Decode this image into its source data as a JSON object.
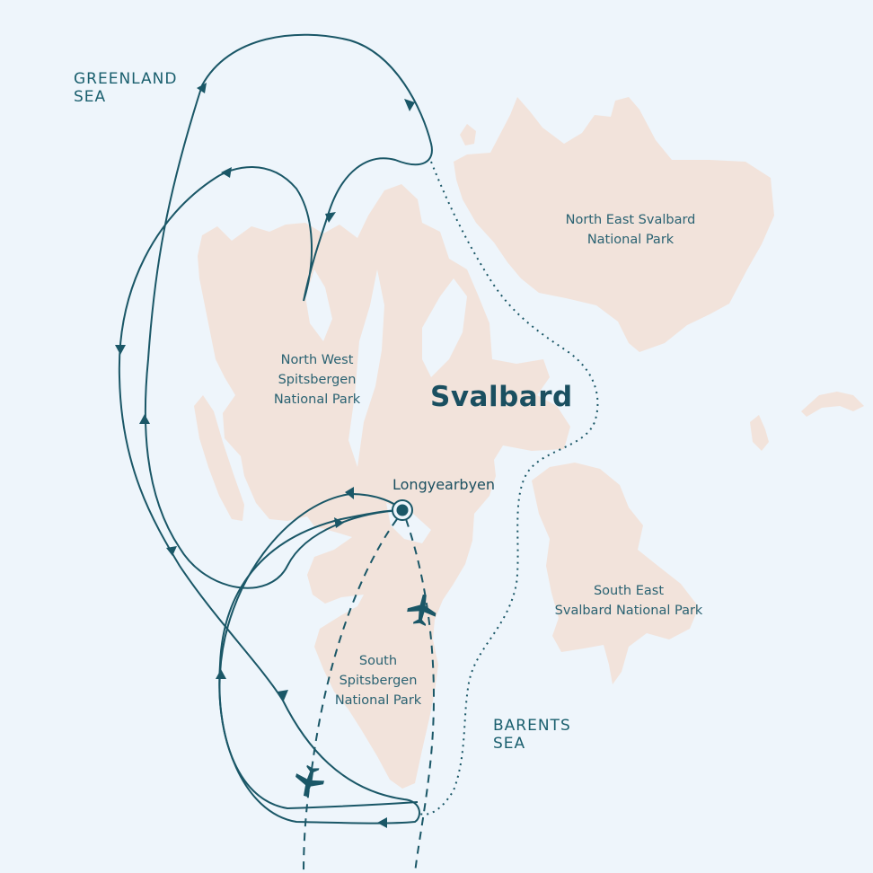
{
  "seas": {
    "greenland": [
      "GREENLAND",
      "SEA"
    ],
    "barents": [
      "BARENTS",
      "SEA"
    ]
  },
  "title": "Svalbard",
  "town": "Longyearbyen",
  "parks": {
    "north_east": [
      "North East Svalbard",
      "National Park"
    ],
    "north_west": [
      "North West",
      "Spitsbergen",
      "National Park"
    ],
    "south_east": [
      "South East",
      "Svalbard National Park"
    ],
    "south": [
      "South",
      "Spitsbergen",
      "National Park"
    ]
  },
  "colors": {
    "sea": "#eef5fb",
    "land": "#f2e3db",
    "route": "#1a5767",
    "text": "#1e5a6b"
  },
  "icons": [
    "airplane-icon",
    "location-marker-icon",
    "route-arrow-icon"
  ]
}
